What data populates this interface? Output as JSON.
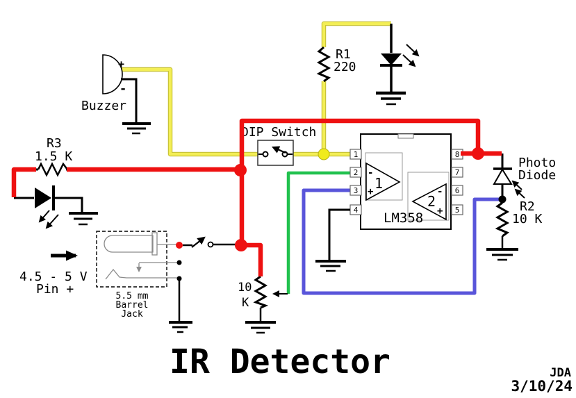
{
  "title": "IR Detector",
  "signature": {
    "initials": "JDA",
    "date": "3/10/24"
  },
  "colors": {
    "wire_red": "#ee1111",
    "wire_yellow": "#f3ee55",
    "wire_yellow_border": "#c9c43a",
    "yellow_junction_dot": "#f0eb1c",
    "wire_green": "#21c14e",
    "wire_blue": "#5955da",
    "component_black": "#000000",
    "jack_gray": "#8a8a8a"
  },
  "buzzer": {
    "label": "Buzzer",
    "plus": "+",
    "minus": "-"
  },
  "r1": {
    "designator": "R1",
    "value": "220"
  },
  "r3": {
    "designator": "R3",
    "value": "1.5 K"
  },
  "r2": {
    "designator": "R2",
    "value": "10 K"
  },
  "potentiometer": {
    "value_top": "10",
    "value_bottom": "K"
  },
  "dip_switch": {
    "label": "DIP Switch"
  },
  "power_input": {
    "voltage": "4.5 - 5 V",
    "pin": "Pin +"
  },
  "barrel_jack": {
    "size": "5.5 mm",
    "type": "Barrel",
    "name": "Jack"
  },
  "photodiode": {
    "label_top": "Photo",
    "label_bottom": "Diode"
  },
  "ic": {
    "part": "LM358",
    "opamp1_label": "1",
    "opamp2_label": "2",
    "opamp1_inverting": "-",
    "opamp1_noninverting": "+",
    "opamp2_inverting": "-",
    "opamp2_noninverting": "+",
    "pins_left": [
      "1",
      "2",
      "3",
      "4"
    ],
    "pins_right": [
      "8",
      "7",
      "6",
      "5"
    ]
  }
}
